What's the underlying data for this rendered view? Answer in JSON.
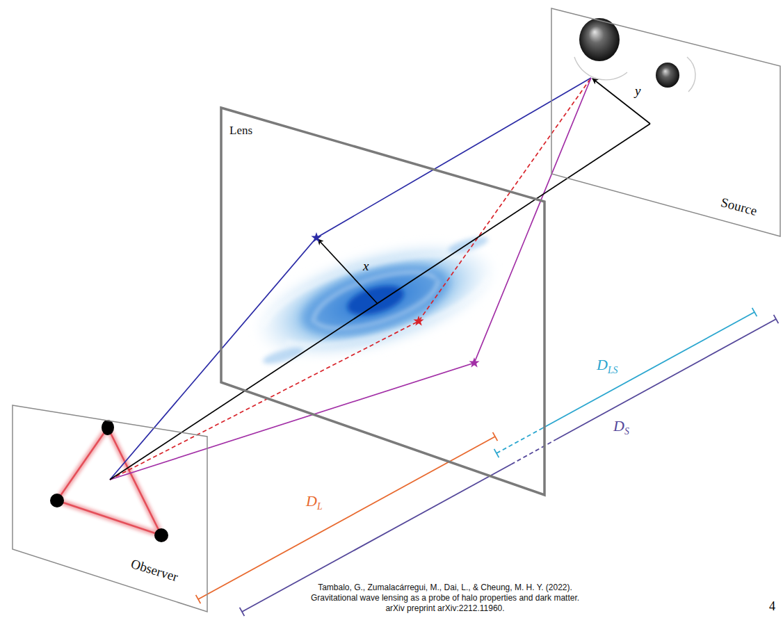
{
  "diagram": {
    "caption": "Tambalo, G., Zumalacárregui, M., Dai, L., & Cheung, M. H. Y. (2022). Gravitational wave lensing as a probe of halo properties and dark matter. arXiv preprint arXiv:2212.11960.",
    "nodes": [
      {
        "text": [
          "Source"
        ]
      },
      {
        "text": [
          "Lens"
        ]
      },
      {
        "text": [
          "Observer"
        ]
      }
    ],
    "labels": [
      "x",
      "y",
      "DL",
      "DLS",
      "DS",
      "4"
    ]
  }
}
